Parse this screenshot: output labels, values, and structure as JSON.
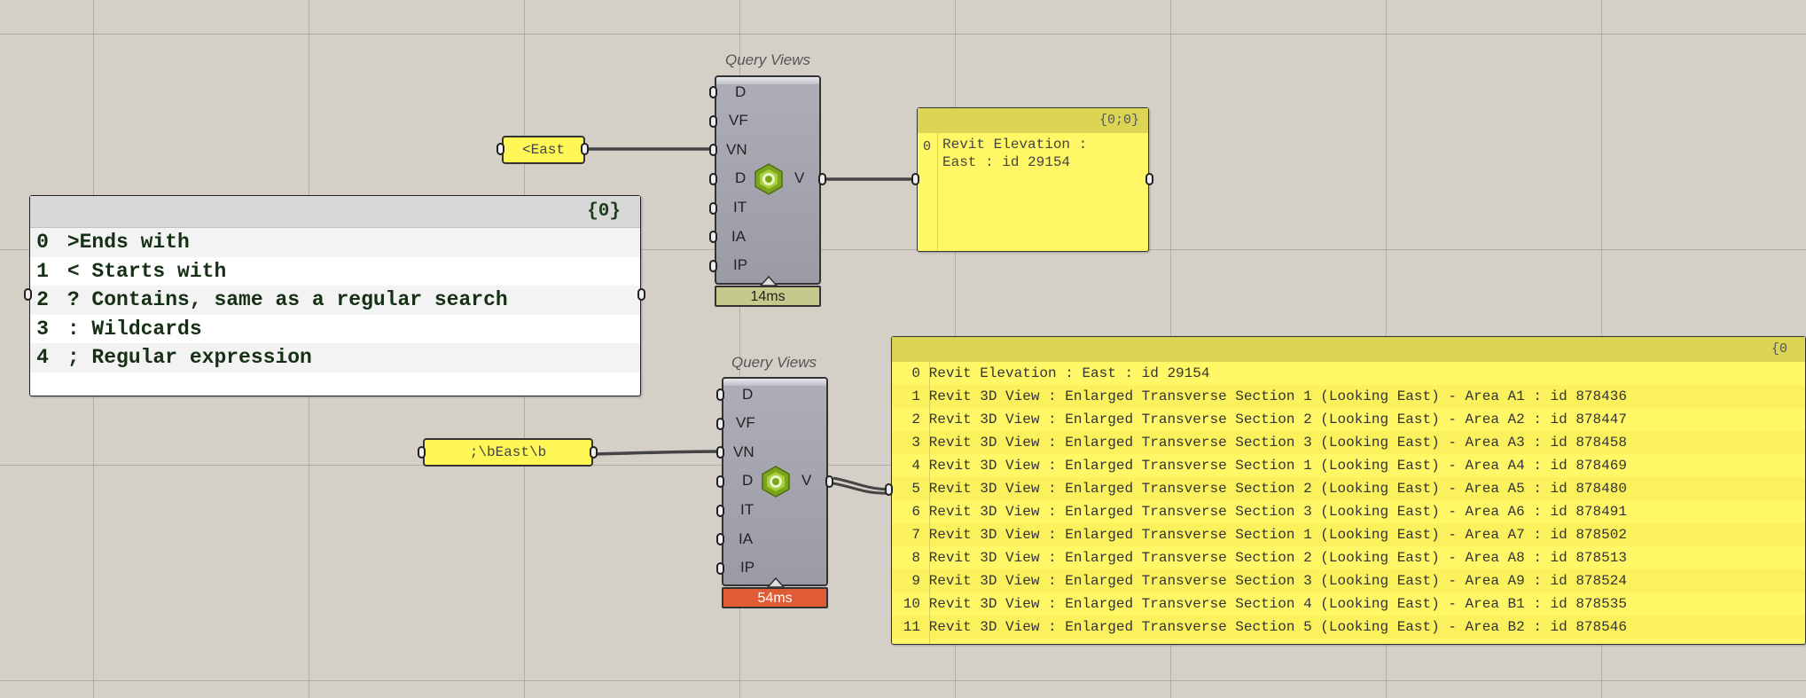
{
  "notes_panel": {
    "header": "{0}",
    "rows": [
      {
        "index": "0",
        "text": ">Ends with"
      },
      {
        "index": "1",
        "text": "< Starts with"
      },
      {
        "index": "2",
        "text": "? Contains, same as a regular search"
      },
      {
        "index": "3",
        "text": ": Wildcards"
      },
      {
        "index": "4",
        "text": "; Regular expression"
      }
    ]
  },
  "param_east": {
    "value": "<East"
  },
  "param_regex": {
    "value": ";\\bEast\\b"
  },
  "component_top": {
    "title": "Query Views",
    "inputs": [
      "D",
      "VF",
      "VN",
      "D",
      "IT",
      "IA",
      "IP"
    ],
    "output": "V",
    "timing": "14ms"
  },
  "component_bottom": {
    "title": "Query Views",
    "inputs": [
      "D",
      "VF",
      "VN",
      "D",
      "IT",
      "IA",
      "IP"
    ],
    "output": "V",
    "timing": "54ms"
  },
  "result_top": {
    "header": "{0;0}",
    "rows": [
      {
        "index": "0",
        "text": "Revit Elevation :\nEast : id 29154"
      }
    ]
  },
  "result_bottom": {
    "header": "{0",
    "rows": [
      {
        "index": "0",
        "text": "Revit Elevation : East : id 29154"
      },
      {
        "index": "1",
        "text": "Revit 3D View : Enlarged Transverse Section 1 (Looking East) - Area A1 : id 878436"
      },
      {
        "index": "2",
        "text": "Revit 3D View : Enlarged Transverse Section 2 (Looking East) - Area A2 : id 878447"
      },
      {
        "index": "3",
        "text": "Revit 3D View : Enlarged Transverse Section 3 (Looking East) - Area A3 : id 878458"
      },
      {
        "index": "4",
        "text": "Revit 3D View : Enlarged Transverse Section 1 (Looking East) - Area A4 : id 878469"
      },
      {
        "index": "5",
        "text": "Revit 3D View : Enlarged Transverse Section 2 (Looking East) - Area A5 : id 878480"
      },
      {
        "index": "6",
        "text": "Revit 3D View : Enlarged Transverse Section 3 (Looking East) - Area A6 : id 878491"
      },
      {
        "index": "7",
        "text": "Revit 3D View : Enlarged Transverse Section 1 (Looking East) - Area A7 : id 878502"
      },
      {
        "index": "8",
        "text": "Revit 3D View : Enlarged Transverse Section 2 (Looking East) - Area A8 : id 878513"
      },
      {
        "index": "9",
        "text": "Revit 3D View : Enlarged Transverse Section 3 (Looking East) - Area A9 : id 878524"
      },
      {
        "index": "10",
        "text": "Revit 3D View : Enlarged Transverse Section 4 (Looking East) - Area B1 : id 878535"
      },
      {
        "index": "11",
        "text": "Revit 3D View : Enlarged Transverse Section 5 (Looking East) - Area B2 : id 878546"
      }
    ]
  },
  "colors": {
    "canvas": "#d4d0c8",
    "panel_yellow": "#fff765",
    "timing_ok": "#c6c98c",
    "timing_slow": "#e05c35"
  },
  "icons": {
    "component_icon": "revit-hex-icon"
  }
}
